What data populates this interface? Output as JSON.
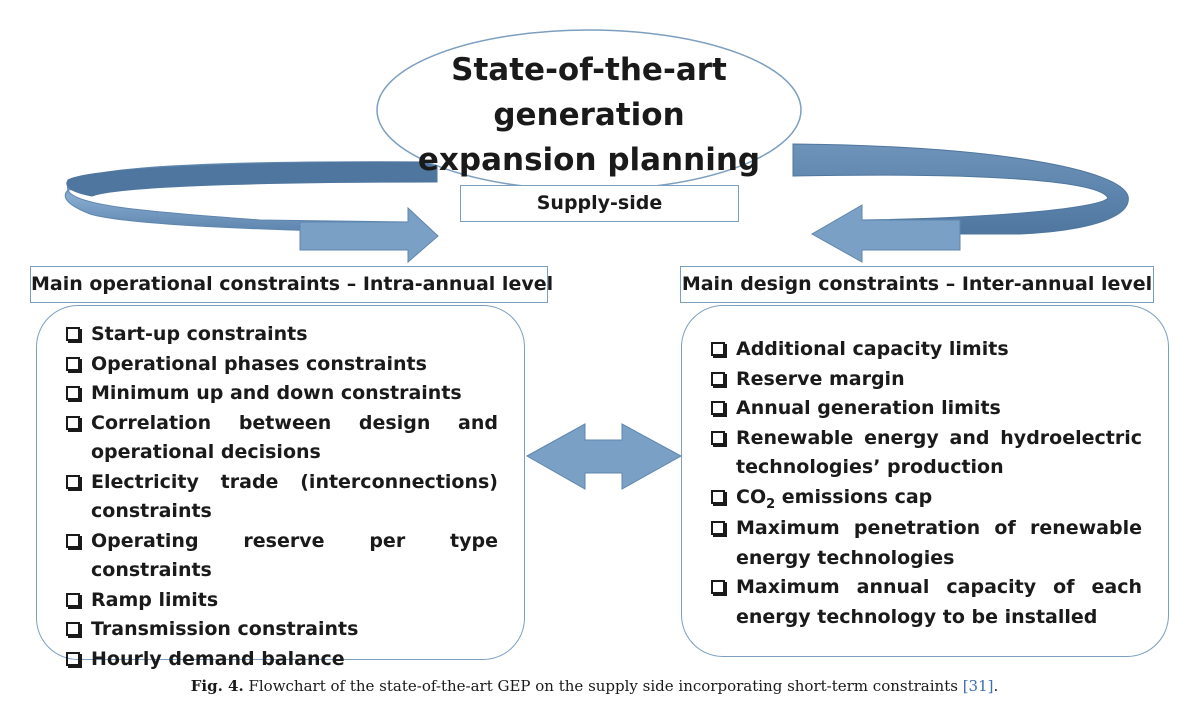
{
  "diagram": {
    "title_lines": [
      "State-of-the-art",
      "generation",
      "expansion planning"
    ],
    "supply_label": "Supply-side",
    "left_header": "Main operational constraints – Intra-annual level",
    "right_header": "Main design constraints – Inter-annual level",
    "left_items": [
      "Start-up constraints",
      "Operational phases constraints",
      "Minimum up and down constraints",
      "Correlation between design and operational decisions",
      "Electricity trade (interconnections) constraints",
      "Operating reserve per type constraints",
      "Ramp limits",
      "Transmission constraints",
      "Hourly demand balance"
    ],
    "right_items": {
      "item1": "Additional capacity limits",
      "item2": "Reserve margin",
      "item3": "Annual generation limits",
      "item4": "Renewable energy and hydroelectric technologies’ production",
      "item5_prefix": "CO",
      "item5_subscript": "2",
      "item5_suffix": " emissions cap",
      "item6": "Maximum penetration of renewable energy technologies",
      "item7": "Maximum annual capacity of each energy technology to be installed"
    }
  },
  "caption": {
    "label": "Fig. 4.",
    "text": " Flowchart of the state-of-the-art GEP on the supply side incorporating short-term constraints ",
    "ref": "[31]",
    "end": "."
  },
  "colors": {
    "arrow_fill": "#7aa0c6",
    "arrow_stroke": "#5f86ae",
    "box_border": "#7d9fbf",
    "reference_link": "#3b6fb0"
  }
}
